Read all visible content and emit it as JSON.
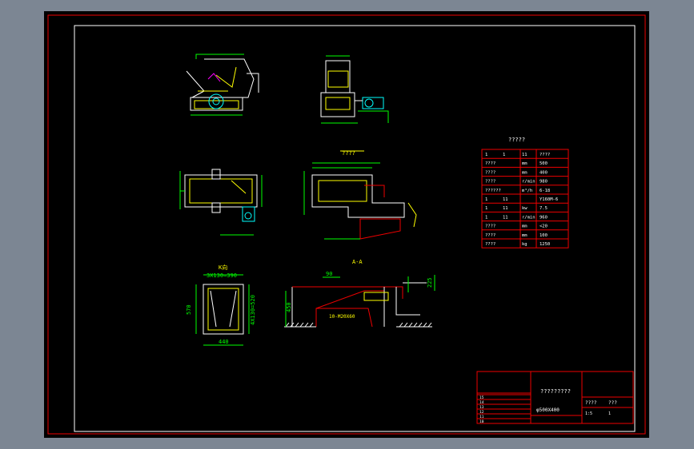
{
  "drawing": {
    "view_a_label": "A-A",
    "view_k_label": "K向",
    "view_k_note": "????",
    "dims": {
      "top_width": "3X130=390",
      "left_height": "570",
      "inner_height": "4X130=520",
      "bottom_width": "440",
      "section_height": "450",
      "section_right": "225",
      "section_top": "90",
      "label_m": "10-M20X60"
    }
  },
  "param_table": {
    "title": "?????",
    "rows": [
      [
        "1",
        "1",
        "11",
        "????"
      ],
      [
        "????",
        "",
        "mm",
        "500"
      ],
      [
        "????",
        "",
        "mm",
        "400"
      ],
      [
        "????",
        "",
        "r/min",
        "980"
      ],
      [
        "??????",
        "",
        "m³/h",
        "6-18"
      ],
      [
        "1",
        "11",
        "",
        "Y160M-6"
      ],
      [
        "1",
        "11",
        "kw",
        "7.5"
      ],
      [
        "1",
        "11",
        "r/min",
        "960"
      ],
      [
        "????",
        "",
        "mm",
        "<20"
      ],
      [
        "????",
        "",
        "mm",
        "100"
      ],
      [
        "????",
        "",
        "kg",
        "1250"
      ]
    ]
  },
  "title_block": {
    "title": "?????????",
    "code": "φ500X400",
    "right_cells": [
      "????",
      "???",
      "1:5",
      "1"
    ],
    "rows": [
      "15",
      "14",
      "13",
      "12",
      "11",
      "10"
    ]
  }
}
